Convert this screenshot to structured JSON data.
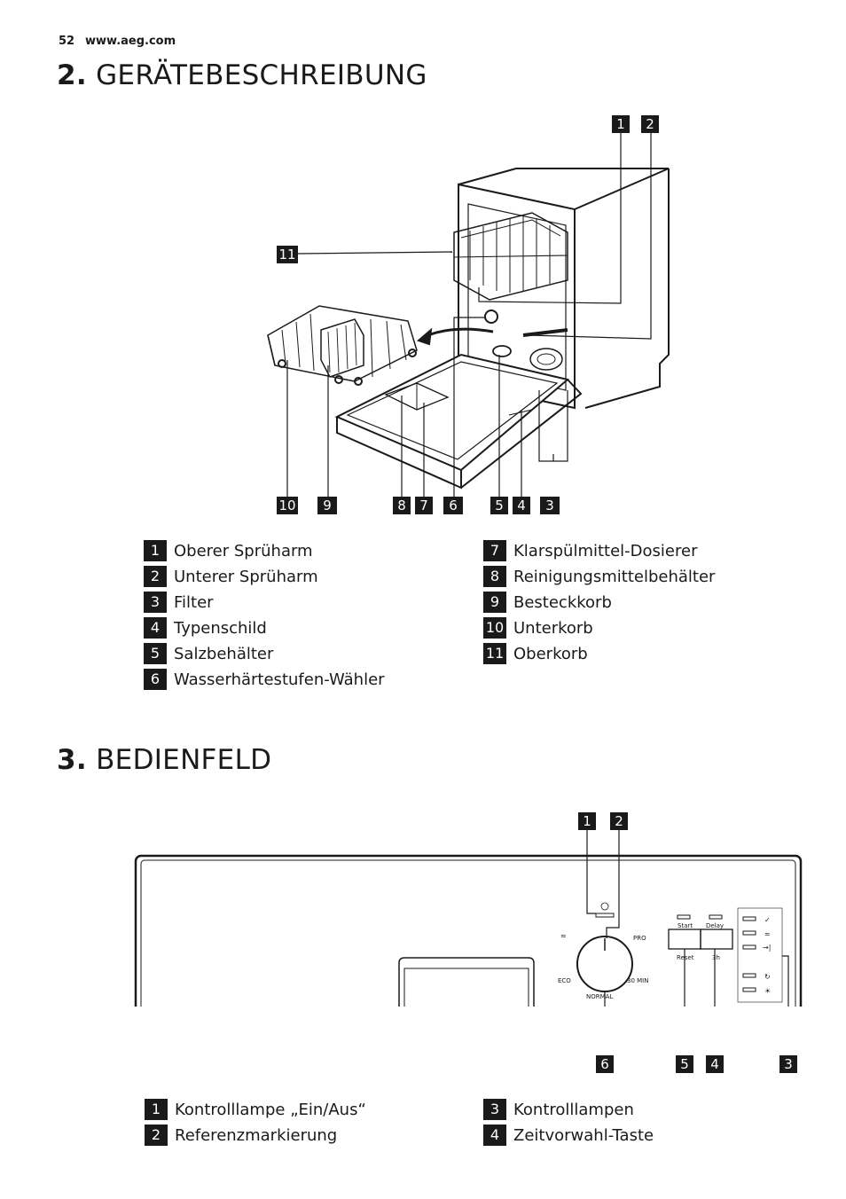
{
  "header": {
    "page_number": "52",
    "url": "www.aeg.com"
  },
  "section2": {
    "number": "2.",
    "title": "GERÄTEBESCHREIBUNG",
    "callouts": {
      "c1": "1",
      "c2": "2",
      "c3": "3",
      "c4": "4",
      "c5": "5",
      "c6": "6",
      "c7": "7",
      "c8": "8",
      "c9": "9",
      "c10": "10",
      "c11": "11"
    },
    "legend_left": [
      {
        "num": "1",
        "label": "Oberer Sprüharm"
      },
      {
        "num": "2",
        "label": "Unterer Sprüharm"
      },
      {
        "num": "3",
        "label": "Filter"
      },
      {
        "num": "4",
        "label": "Typenschild"
      },
      {
        "num": "5",
        "label": "Salzbehälter"
      },
      {
        "num": "6",
        "label": "Wasserhärtestufen-Wähler"
      }
    ],
    "legend_right": [
      {
        "num": "7",
        "label": "Klarspülmittel-Dosierer"
      },
      {
        "num": "8",
        "label": "Reinigungsmittelbehälter"
      },
      {
        "num": "9",
        "label": "Besteckkorb"
      },
      {
        "num": "10",
        "label": "Unterkorb"
      },
      {
        "num": "11",
        "label": "Oberkorb"
      }
    ]
  },
  "section3": {
    "number": "3.",
    "title": "BEDIENFELD",
    "callouts": {
      "c1": "1",
      "c2": "2",
      "c3": "3",
      "c4": "4",
      "c5": "5",
      "c6": "6"
    },
    "panel": {
      "program_pro": "PRO",
      "program_eco": "ECO",
      "program_30min": "30 MIN",
      "program_normal": "NORMAL",
      "start_label": "Start",
      "reset_label": "Reset",
      "delay_label": "Delay",
      "delay_sub": "3h"
    },
    "legend_left": [
      {
        "num": "1",
        "label": "Kontrolllampe „Ein/Aus“"
      },
      {
        "num": "2",
        "label": "Referenzmarkierung"
      }
    ],
    "legend_right": [
      {
        "num": "3",
        "label": "Kontrolllampen"
      },
      {
        "num": "4",
        "label": "Zeitvorwahl-Taste"
      }
    ]
  }
}
